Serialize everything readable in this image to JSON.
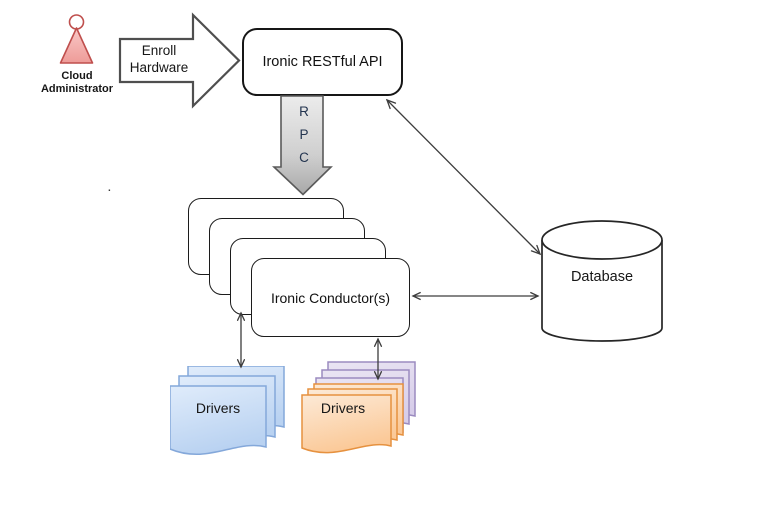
{
  "diagram": {
    "actor": {
      "line1": "Cloud",
      "line2": "Administrator"
    },
    "enroll_arrow": {
      "line1": "Enroll",
      "line2": "Hardware"
    },
    "api": {
      "label": "Ironic RESTful API"
    },
    "rpc": {
      "letters": [
        "R",
        "P",
        "C"
      ]
    },
    "conductor": {
      "label": "Ironic Conductor(s)"
    },
    "database": {
      "label": "Database"
    },
    "drivers_left": {
      "label": "Drivers"
    },
    "drivers_right": {
      "label": "Drivers"
    },
    "stray_mark": "."
  },
  "colors": {
    "actor_fill_light": "#f9c9c7",
    "actor_fill_dark": "#ee9b98",
    "actor_stroke": "#bf4f4d",
    "shape_stroke": "#1c1c1c",
    "block_arrow_stroke": "#4f4f4f",
    "rpc_fill_light": "#ececec",
    "rpc_fill_dark": "#a8a8a8",
    "rpc_stroke": "#5a5a5a",
    "connector_stroke": "#3d3d3d",
    "blue_doc_fill_light": "#e0ecfb",
    "blue_doc_fill_dark": "#b9d2f1",
    "blue_doc_stroke": "#84a8da",
    "orange_doc_fill_light": "#fcead7",
    "orange_doc_fill_dark": "#fbc998",
    "orange_doc_stroke": "#e6913f",
    "purple_doc_fill_light": "#eae5f3",
    "purple_doc_fill_dark": "#d7cde9",
    "purple_doc_stroke": "#9b8bc0"
  }
}
